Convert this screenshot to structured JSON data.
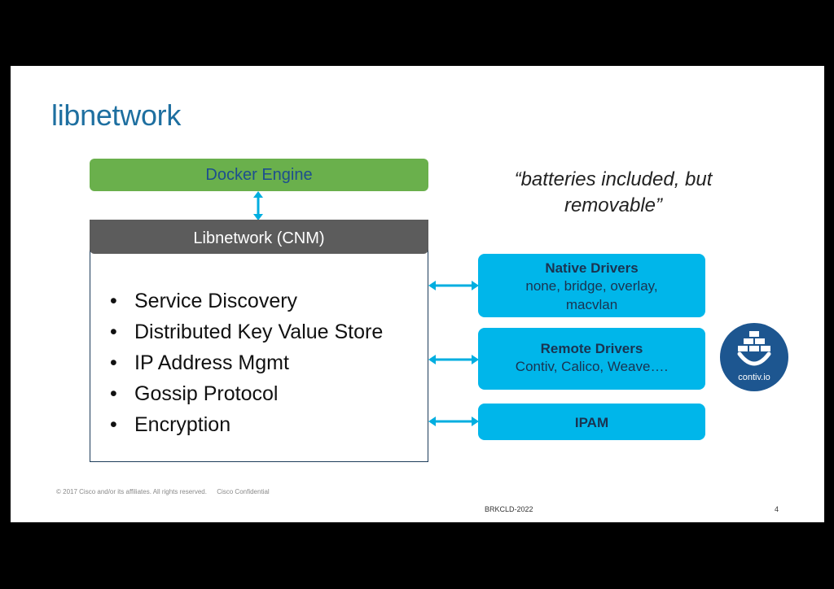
{
  "slide": {
    "title": "libnetwork",
    "docker_engine": "Docker Engine",
    "libnetwork_header": "Libnetwork (CNM)",
    "features": [
      "Service Discovery",
      "Distributed Key Value Store",
      "IP Address Mgmt",
      "Gossip Protocol",
      "Encryption"
    ],
    "bullet": "•",
    "quote_line1": "“batteries included, but",
    "quote_line2": "removable”",
    "native_title": "Native Drivers",
    "native_line1": "none, bridge, overlay,",
    "native_line2": "macvlan",
    "remote_title": "Remote Drivers",
    "remote_desc": "Contiv, Calico, Weave….",
    "ipam_title": "IPAM",
    "contiv_logo_text": "contiv.io"
  },
  "footer": {
    "copyright": "© 2017  Cisco and/or its affiliates.  All rights reserved.",
    "confidential": "Cisco Confidential",
    "session_code": "BRKCLD-2022",
    "page_number": "4"
  },
  "colors": {
    "title": "#1e6fa0",
    "docker_green": "#6ab04c",
    "libnetwork_gray": "#5c5c5c",
    "driver_blue": "#00b6ea",
    "arrow_blue": "#00aee0",
    "contiv_navy": "#1d5690"
  }
}
